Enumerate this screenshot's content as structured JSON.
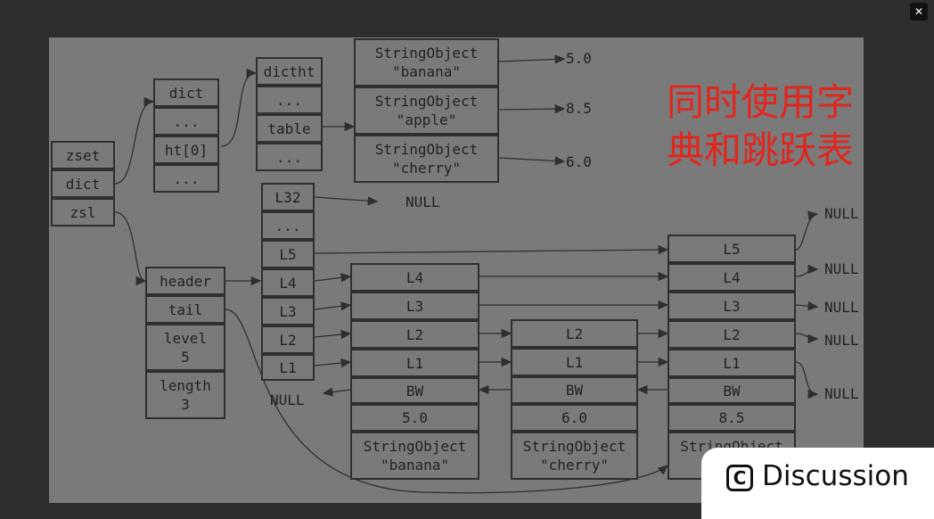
{
  "close_icon": "close-icon",
  "discussion": {
    "icon": "copyright-icon",
    "icon_glyph": "C",
    "label": "Discussion"
  },
  "diagram": {
    "annotation": {
      "line1": "同时使用字",
      "line2": "典和跳跃表"
    },
    "zset": [
      "zset",
      "dict",
      "zsl"
    ],
    "dict": [
      "dict",
      "...",
      "ht[0]",
      "..."
    ],
    "dictht": [
      "dictht",
      "...",
      "table",
      "..."
    ],
    "dict_entries": [
      {
        "line1": "StringObject",
        "line2": "\"banana\"",
        "value": "5.0"
      },
      {
        "line1": "StringObject",
        "line2": "\"apple\"",
        "value": "8.5"
      },
      {
        "line1": "StringObject",
        "line2": "\"cherry\"",
        "value": "6.0"
      }
    ],
    "zskiplist": {
      "header": "header",
      "tail": "tail",
      "level": "level\n5",
      "length": "length\n3"
    },
    "header_node": [
      "L32",
      "...",
      "L5",
      "L4",
      "L3",
      "L2",
      "L1"
    ],
    "null_text": "NULL",
    "node1": {
      "levels": [
        "L4",
        "L3",
        "L2",
        "L1"
      ],
      "bw": "BW",
      "score": "5.0",
      "obj": "StringObject\n\"banana\""
    },
    "node2": {
      "levels": [
        "L2",
        "L1"
      ],
      "bw": "BW",
      "score": "6.0",
      "obj": "StringObject\n\"cherry\""
    },
    "node3": {
      "levels": [
        "L5",
        "L4",
        "L3",
        "L2",
        "L1"
      ],
      "bw": "BW",
      "score": "8.5",
      "obj": "StringObject\n\"apple\""
    }
  }
}
